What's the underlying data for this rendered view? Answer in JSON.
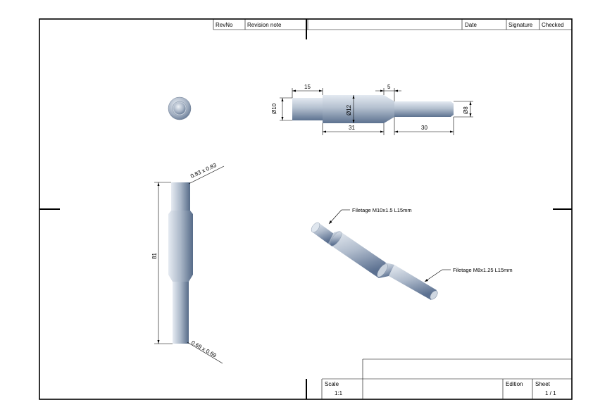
{
  "title_block_top": {
    "rev_no": "RevNo",
    "revision_note": "Revision note",
    "date": "Date",
    "signature": "Signature",
    "checked": "Checked"
  },
  "title_block_bottom": {
    "scale_label": "Scale",
    "scale_value": "1:1",
    "edition_label": "Edition",
    "sheet_label": "Sheet",
    "sheet_value": "1 / 1"
  },
  "dimensions": {
    "top_view": {
      "len_15": "15",
      "len_5": "5",
      "dia_10": "Ø10",
      "dia_12": "Ø12",
      "dia_8": "Ø8",
      "len_31": "31",
      "len_30": "30"
    },
    "side_view": {
      "chamfer_top": "0.83 x 0.83",
      "length_81": "81",
      "chamfer_bottom": "0.69 x 0.69"
    }
  },
  "annotations": {
    "thread_1": "Filetage M10x1.5 L15mm",
    "thread_2": "Filetage M8x1.25 L15mm"
  },
  "colors": {
    "line": "#000000",
    "shaft_light": "#dfe6ef",
    "shaft_dark": "#5f7490"
  }
}
